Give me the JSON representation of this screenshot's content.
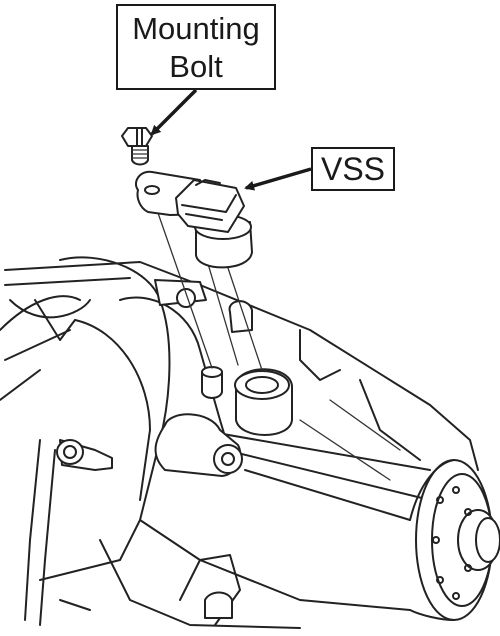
{
  "callouts": {
    "mounting_bolt": {
      "line1": "Mounting",
      "line2": "Bolt"
    },
    "vss": "VSS"
  },
  "colors": {
    "ink": "#1a1a1a",
    "background": "#ffffff"
  }
}
